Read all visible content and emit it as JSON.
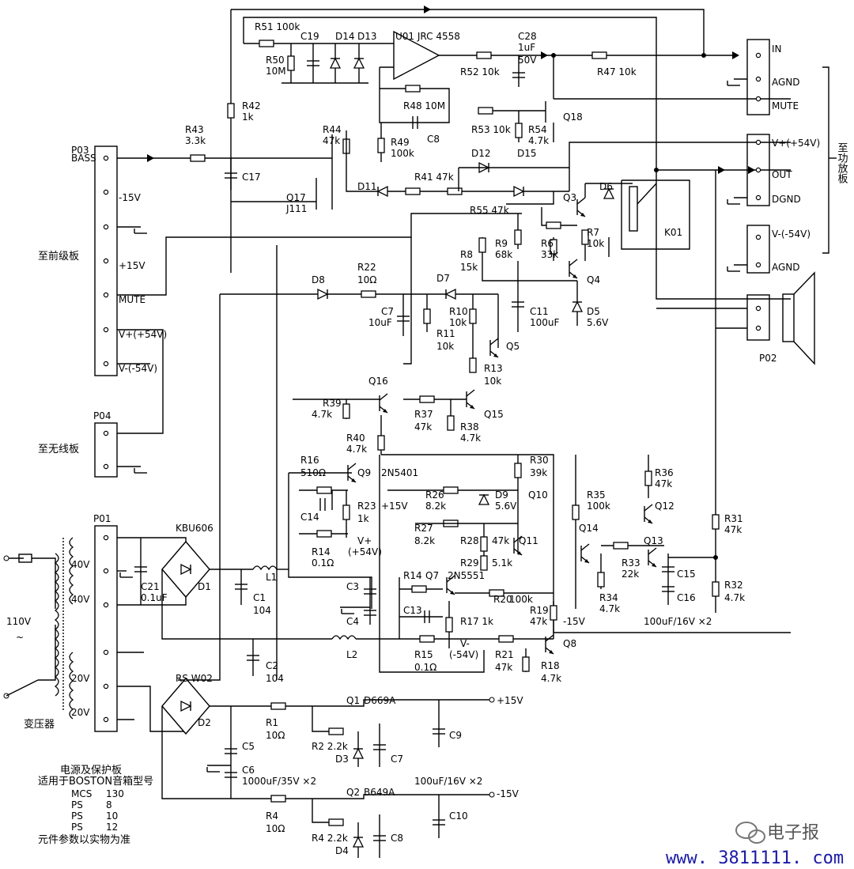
{
  "connectors": {
    "p03": {
      "name": "P03",
      "pins": [
        "BASS",
        "-15V",
        "",
        "+15V",
        "MUTE",
        "V+(+54V)",
        "V-(-54V)"
      ],
      "caption": "至前级板"
    },
    "p04": {
      "name": "P04",
      "caption": "至无线板"
    },
    "p01": {
      "name": "P01",
      "taps": [
        "40V",
        "40V",
        "20V",
        "20V"
      ]
    },
    "amp": {
      "pins_top": [
        "IN",
        "AGND",
        "MUTE"
      ],
      "pins_mid": [
        "V+(+54V)",
        "OUT",
        "DGND"
      ],
      "pins_bot": [
        "V-(-54V)",
        "AGND"
      ],
      "caption": "至功放板"
    },
    "p02": {
      "name": "P02"
    }
  },
  "transformer": {
    "input": "110V",
    "tilde": "~",
    "caption": "变压器"
  },
  "components": {
    "R51": "R51 100k",
    "R50": "R50",
    "R50v": "10M",
    "C19": "C19",
    "D14": "D14",
    "D13": "D13",
    "U01": "U01 JRC 4558",
    "C28": "C28",
    "C28v1": "1uF",
    "C28v2": "50V",
    "R52": "R52 10k",
    "R47": "R47 10k",
    "R48": "R48 10M",
    "C8top": "C8",
    "R42": "R42",
    "R42v": "1k",
    "R43": "R43",
    "R43v": "3.3k",
    "C17": "C17",
    "R44": "R44",
    "R44v": "47k",
    "R49": "R49",
    "R49v": "100k",
    "R53": "R53 10k",
    "R54": "R54",
    "R54v": "4.7k",
    "Q18": "Q18",
    "D12": "D12",
    "D15": "D15",
    "D11": "D11",
    "R41": "R41 47k",
    "Q17": "Q17",
    "Q17v": "J111",
    "R55": "R55 47k",
    "Q3": "Q3",
    "D6": "D6",
    "K01": "K01",
    "R9": "R9",
    "R9v": "68k",
    "R8": "R8",
    "R8v": "15k",
    "R6": "R6",
    "R6v": "33k",
    "R7": "R7",
    "R7v": "10k",
    "Q4": "Q4",
    "D5": "D5",
    "D5v": "5.6V",
    "D8": "D8",
    "R22": "R22",
    "R22v": "10Ω",
    "D7": "D7",
    "C7a": "C7",
    "C7av": "10uF",
    "R10": "R10",
    "R10v": "10k",
    "R11": "R11",
    "R11v": "10k",
    "C11": "C11",
    "C11v": "100uF",
    "Q5": "Q5",
    "R13": "R13",
    "R13v": "10k",
    "Q16": "Q16",
    "R39": "R39",
    "R39v": "4.7k",
    "R37": "R37",
    "R37v": "47k",
    "Q15": "Q15",
    "R38": "R38",
    "R38v": "4.7k",
    "R40": "R40",
    "R40v": "4.7k",
    "R16": "R16",
    "R16v": "510Ω",
    "Q9": "Q9",
    "Q9t": "2N5401",
    "R30": "R30",
    "R30v": "39k",
    "R26": "R26",
    "R26v": "8.2k",
    "D9": "D9",
    "D9v": "5.6V",
    "Q10": "Q10",
    "R23": "R23",
    "R23v": "1k",
    "p15": "+15V",
    "R27": "R27",
    "R27v": "8.2k",
    "R28": "R28",
    "R28v": "47k",
    "Q11": "Q11",
    "R29": "R29",
    "R29v": "5.1k",
    "R36": "R36",
    "R36v": "47k",
    "R35": "R35",
    "R35v": "100k",
    "Q12": "Q12",
    "Q14": "Q14",
    "Q13": "Q13",
    "R33": "R33",
    "R33v": "22k",
    "R34": "R34",
    "R34v": "4.7k",
    "C15": "C15",
    "C16": "C16",
    "C1516v": "100uF/16V ×2",
    "R31": "R31",
    "R31v": "47k",
    "R32": "R32",
    "R32v": "4.7k",
    "C14": "C14",
    "R14": "R14",
    "R14v": "0.1Ω",
    "Vp": "V+",
    "Vpv": "(+54V)",
    "KBU": "KBU606",
    "D1": "D1",
    "C21": "C21",
    "C21v": "0.1uF",
    "L1": "L1",
    "C1": "C1",
    "C1v": "104",
    "C3": "C3",
    "C4": "C4",
    "L2": "L2",
    "C2": "C2",
    "C2v": "104",
    "R14b": "R14",
    "Q7": "Q7",
    "Q7t": "2N5551",
    "R20": "R20",
    "R20v": "100k",
    "C13": "C13",
    "R17": "R17 1k",
    "Vm": "V-",
    "Vmv": "(-54V)",
    "R15": "R15",
    "R15v": "0.1Ω",
    "R21": "R21",
    "R21v": "47k",
    "R19": "R19",
    "R19v": "47k",
    "m15": "-15V",
    "Q8": "Q8",
    "R18": "R18",
    "R18v": "4.7k",
    "RSW": "RS W02",
    "D2": "D2",
    "Q1": "Q1",
    "Q1t": "D669A",
    "out15": "+15V",
    "R1": "R1",
    "R1v": "10Ω",
    "R2": "R2 2.2k",
    "D3": "D3",
    "C7b": "C7",
    "C9": "C9",
    "C5": "C5",
    "C6": "C6",
    "C56v": "1000uF/35V ×2",
    "C910v": "100uF/16V ×2",
    "outm15": "-15V",
    "Q2": "Q2",
    "Q2t": "B649A",
    "R4": "R4",
    "R4v": "10Ω",
    "R4b": "R4 2.2k",
    "D4": "D4",
    "C8b": "C8",
    "C10": "C10"
  },
  "notes": {
    "title": "电源及保护板",
    "line1": "适用于BOSTON音箱型号",
    "models": [
      [
        "MCS",
        "130"
      ],
      [
        "PS",
        "8"
      ],
      [
        "PS",
        "10"
      ],
      [
        "PS",
        "12"
      ]
    ],
    "footer": "元件参数以实物为准"
  },
  "branding": {
    "wechat": "电子报",
    "url": "www. 3811111. com"
  }
}
